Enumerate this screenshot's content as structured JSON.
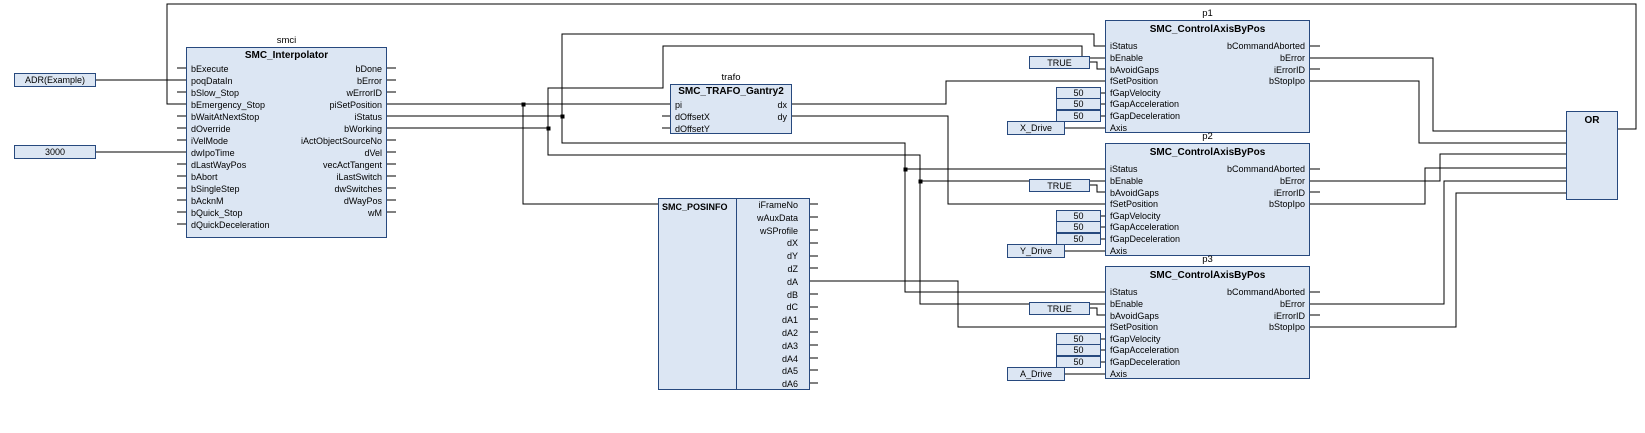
{
  "colors": {
    "block_fill": "#dce6f3",
    "block_border": "#27497e",
    "wire": "#000000",
    "background": "#ffffff"
  },
  "inputs": {
    "adr": "ADR(Example)",
    "ipo_time": "3000"
  },
  "smci": {
    "instance": "smci",
    "title": "SMC_Interpolator",
    "rows": [
      {
        "l": "bExecute",
        "r": "bDone"
      },
      {
        "l": "poqDataIn",
        "r": "bError"
      },
      {
        "l": "bSlow_Stop",
        "r": "wErrorID"
      },
      {
        "l": "bEmergency_Stop",
        "r": "piSetPosition"
      },
      {
        "l": "bWaitAtNextStop",
        "r": "iStatus"
      },
      {
        "l": "dOverride",
        "r": "bWorking"
      },
      {
        "l": "iVelMode",
        "r": "iActObjectSourceNo"
      },
      {
        "l": "dwIpoTime",
        "r": "dVel"
      },
      {
        "l": "dLastWayPos",
        "r": "vecActTangent"
      },
      {
        "l": "bAbort",
        "r": "iLastSwitch"
      },
      {
        "l": "bSingleStep",
        "r": "dwSwitches"
      },
      {
        "l": "bAcknM",
        "r": "dWayPos"
      },
      {
        "l": "bQuick_Stop",
        "r": "wM"
      },
      {
        "l": "dQuickDeceleration",
        "r": ""
      }
    ]
  },
  "trafo": {
    "instance": "trafo",
    "title": "SMC_TRAFO_Gantry2",
    "rows": [
      {
        "l": "pi",
        "r": "dx"
      },
      {
        "l": "dOffsetX",
        "r": "dy"
      },
      {
        "l": "dOffsetY",
        "r": ""
      }
    ]
  },
  "posinfo": {
    "title": "SMC_POSINFO",
    "fields": [
      "iFrameNo",
      "wAuxData",
      "wSProfile",
      "dX",
      "dY",
      "dZ",
      "dA",
      "dB",
      "dC",
      "dA1",
      "dA2",
      "dA3",
      "dA4",
      "dA5",
      "dA6"
    ]
  },
  "p1": {
    "instance": "p1",
    "title": "SMC_ControlAxisByPos",
    "true_value": "TRUE",
    "gaps": [
      "50",
      "50",
      "50"
    ],
    "axis_value": "X_Drive",
    "rows": [
      {
        "l": "iStatus",
        "r": "bCommandAborted"
      },
      {
        "l": "bEnable",
        "r": "bError"
      },
      {
        "l": "bAvoidGaps",
        "r": "iErrorID"
      },
      {
        "l": "fSetPosition",
        "r": "bStopIpo"
      },
      {
        "l": "fGapVelocity",
        "r": ""
      },
      {
        "l": "fGapAcceleration",
        "r": ""
      },
      {
        "l": "fGapDeceleration",
        "r": ""
      },
      {
        "l": "Axis",
        "r": ""
      }
    ]
  },
  "p2": {
    "instance": "p2",
    "title": "SMC_ControlAxisByPos",
    "true_value": "TRUE",
    "gaps": [
      "50",
      "50",
      "50"
    ],
    "axis_value": "Y_Drive",
    "rows": [
      {
        "l": "iStatus",
        "r": "bCommandAborted"
      },
      {
        "l": "bEnable",
        "r": "bError"
      },
      {
        "l": "bAvoidGaps",
        "r": "iErrorID"
      },
      {
        "l": "fSetPosition",
        "r": "bStopIpo"
      },
      {
        "l": "fGapVelocity",
        "r": ""
      },
      {
        "l": "fGapAcceleration",
        "r": ""
      },
      {
        "l": "fGapDeceleration",
        "r": ""
      },
      {
        "l": "Axis",
        "r": ""
      }
    ]
  },
  "p3": {
    "instance": "p3",
    "title": "SMC_ControlAxisByPos",
    "true_value": "TRUE",
    "gaps": [
      "50",
      "50",
      "50"
    ],
    "axis_value": "A_Drive",
    "rows": [
      {
        "l": "iStatus",
        "r": "bCommandAborted"
      },
      {
        "l": "bEnable",
        "r": "bError"
      },
      {
        "l": "bAvoidGaps",
        "r": "iErrorID"
      },
      {
        "l": "fSetPosition",
        "r": "bStopIpo"
      },
      {
        "l": "fGapVelocity",
        "r": ""
      },
      {
        "l": "fGapAcceleration",
        "r": ""
      },
      {
        "l": "fGapDeceleration",
        "r": ""
      },
      {
        "l": "Axis",
        "r": ""
      }
    ]
  },
  "or_block": {
    "title": "OR"
  }
}
